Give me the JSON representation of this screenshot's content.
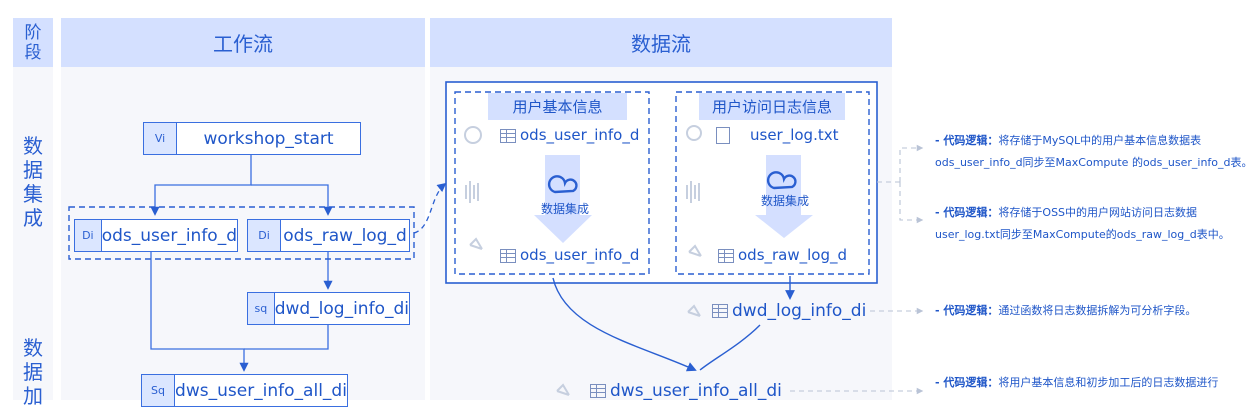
{
  "headers": {
    "stage": "阶\n段",
    "workflow": "工作流",
    "dataflow": "数据流"
  },
  "stages": [
    {
      "label": "数据集成",
      "chars": [
        "数",
        "据",
        "集",
        "成"
      ]
    },
    {
      "label": "数据加",
      "chars": [
        "数",
        "据",
        "加"
      ]
    }
  ],
  "workflow_nodes": {
    "workshop_start": {
      "badge": "Vi",
      "label": "workshop_start"
    },
    "ods_user_info_d": {
      "badge": "Di",
      "label": "ods_user_info_d"
    },
    "ods_raw_log_d": {
      "badge": "Di",
      "label": "ods_raw_log_d"
    },
    "dwd_log_info_di": {
      "badge": "sq",
      "label": "dwd_log_info_di"
    },
    "dws_user_info_all_di": {
      "badge": "Sq",
      "label": "dws_user_info_all_di"
    }
  },
  "dataflow": {
    "left_box": {
      "title": "用户基本信息",
      "source": "ods_user_info_d",
      "process": "数据集成",
      "target": "ods_user_info_d"
    },
    "right_box": {
      "title": "用户访问日志信息",
      "source": "user_log.txt",
      "process": "数据集成",
      "target": "ods_raw_log_d"
    },
    "dwd": "dwd_log_info_di",
    "dws": "dws_user_info_all_di"
  },
  "notes": [
    {
      "prefix": "- 代码逻辑",
      "sep": "：",
      "line1": "将存储于MySQL中的用户基本信息数据表",
      "line2": "ods_user_info_d同步至MaxCompute 的ods_user_info_d表。"
    },
    {
      "prefix": "- 代码逻辑",
      "sep": "：",
      "line1": "将存储于OSS中的用户网站访问日志数据",
      "line2": "user_log.txt同步至MaxCompute的ods_raw_log_d表中。"
    },
    {
      "prefix": "- 代码逻辑",
      "sep": "：",
      "line1": "通过函数将日志数据拆解为可分析字段。",
      "line2": ""
    },
    {
      "prefix": "- 代码逻辑",
      "sep": "：",
      "line1": "将用户基本信息和初步加工后的日志数据进行",
      "line2": ""
    }
  ],
  "colors": {
    "accent": "#2a5fd1",
    "header_bg": "#d4e0ff",
    "panel_bg": "#f6f7fb"
  }
}
